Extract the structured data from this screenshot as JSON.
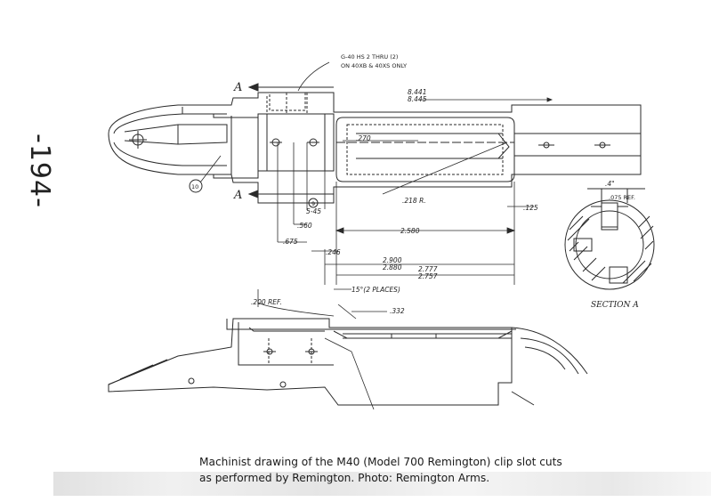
{
  "page_number": "-194-",
  "caption": {
    "line1": "Machinist drawing of the M40 (Model 700 Remington) clip slot cuts",
    "line2": "as performed by Remington.  Photo:  Remington Arms."
  },
  "drawing": {
    "note_line1": "G-40 HS 2 THRU (2)",
    "note_line2": "ON 40XB & 40XS ONLY",
    "section_marker": "A",
    "section_label": "SECTION A",
    "callout_10": "10",
    "callout_9": "9",
    "dimensions": {
      "d_8441": "8.441",
      "d_8445": "8.445",
      "d_270": ".270",
      "d_218": ".218 R.",
      "d_125": ".125",
      "d_545": "5-45",
      "d_560": ".560",
      "d_675": ".675",
      "d_2580": "2.580",
      "d_246": ".246",
      "d_2900": "2.900",
      "d_2880": "2.880",
      "d_2777": "2.777",
      "d_2757": "2.757",
      "d_15deg": "15°(2 PLACES)",
      "d_332": ".332",
      "d_200": ".200 REF.",
      "d_4": ".4\"",
      "d_075": ".075 REF."
    }
  }
}
